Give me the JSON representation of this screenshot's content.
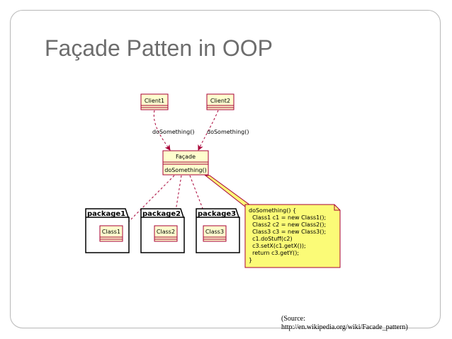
{
  "slide": {
    "title": "Façade Patten in OOP",
    "source_line1": "(Source:",
    "source_line2": "http://en.wikipedia.org/wiki/Facade_pattern)"
  },
  "diagram": {
    "client1": "Client1",
    "client2": "Client2",
    "call_label1": "doSomething()",
    "call_label2": "doSomething()",
    "facade_name": "Façade",
    "facade_method": "doSomething()",
    "packages": [
      {
        "name": "package1",
        "class": "Class1"
      },
      {
        "name": "package2",
        "class": "Class2"
      },
      {
        "name": "package3",
        "class": "Class3"
      }
    ],
    "note_lines": [
      "doSomething() {",
      "  Class1 c1 = new Class1();",
      "  Class2 c2 = new Class2();",
      "  Class3 c3 = new Class3();",
      "  c1.doStuff(c2)",
      "  c3.setX(c1.getX());",
      "  return c3.getY();",
      "}"
    ],
    "colors": {
      "class_fill": "#fefece",
      "class_border": "#a80036",
      "note_fill": "#fbfb77",
      "note_border": "#a80036"
    }
  }
}
